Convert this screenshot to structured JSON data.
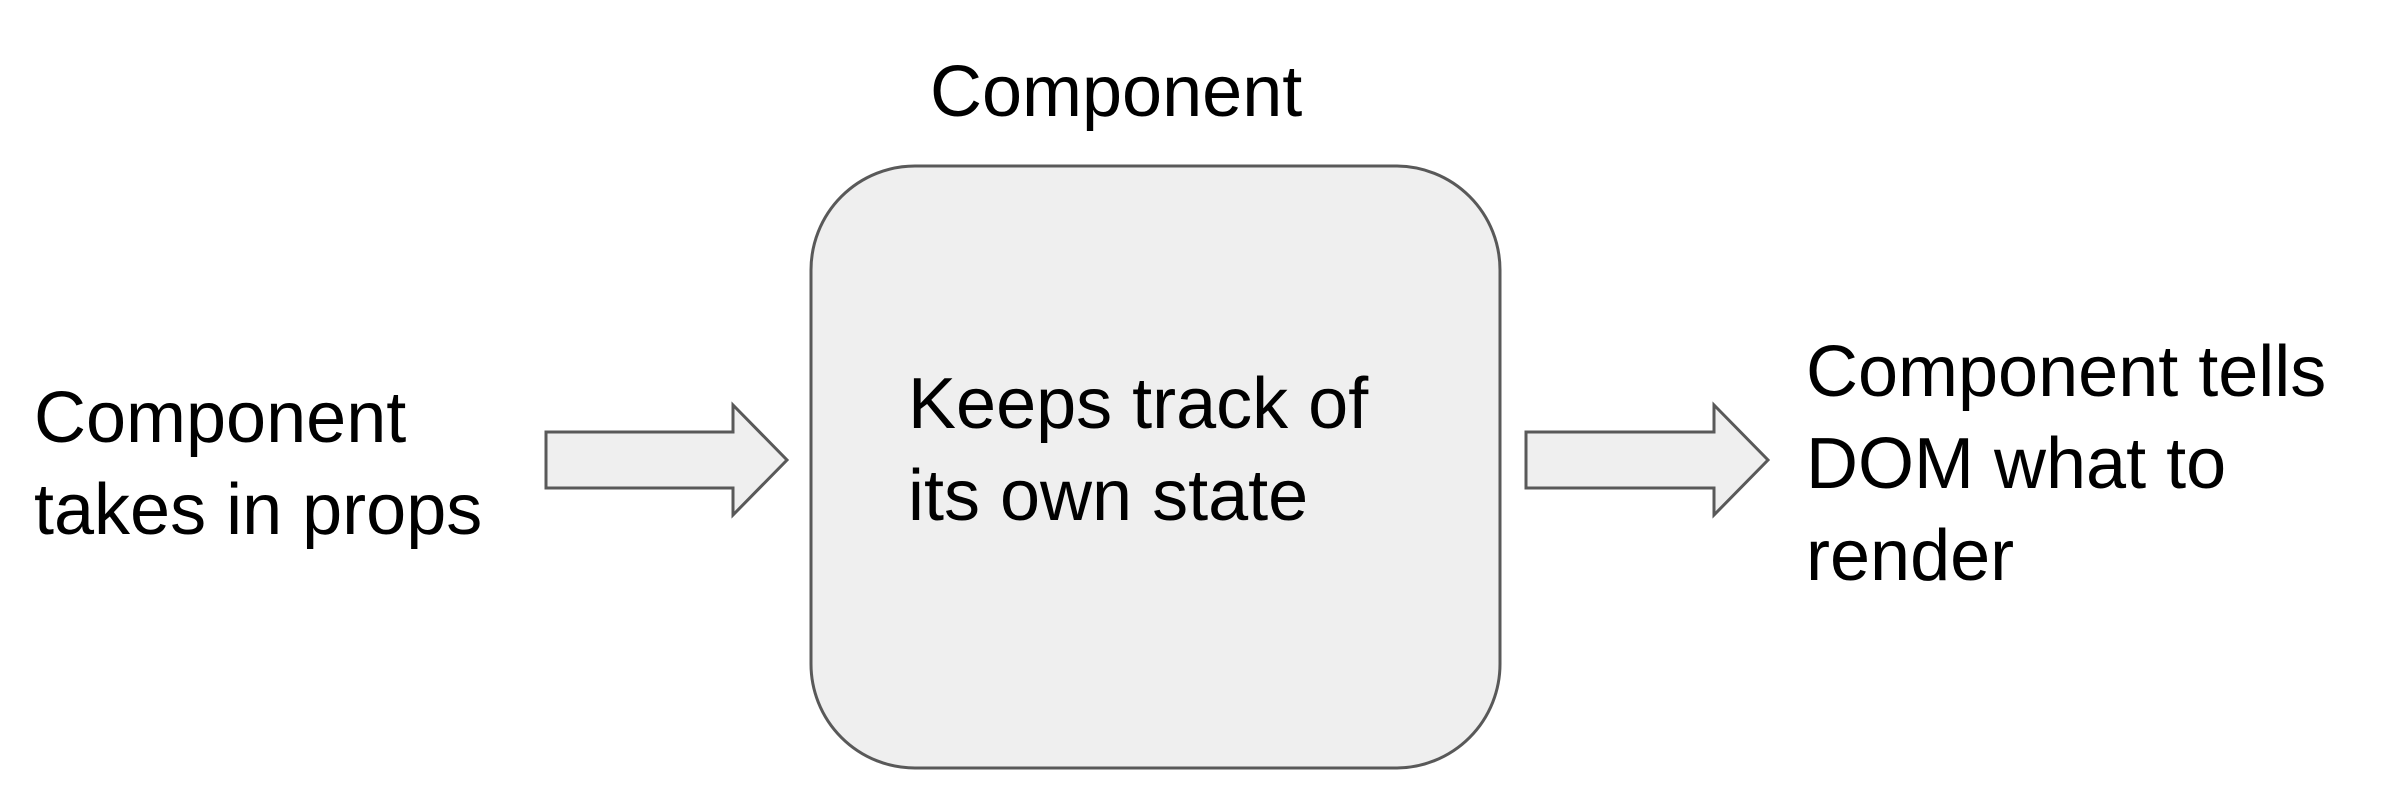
{
  "title": "Component",
  "input": {
    "lines": [
      "Component",
      "takes in props"
    ]
  },
  "box": {
    "lines": [
      "Keeps track of",
      "its own state"
    ]
  },
  "output": {
    "lines": [
      "Component tells",
      "DOM what to",
      "render"
    ]
  },
  "colors": {
    "shape_fill": "#efefef",
    "shape_stroke": "#595959",
    "text": "#000000"
  }
}
